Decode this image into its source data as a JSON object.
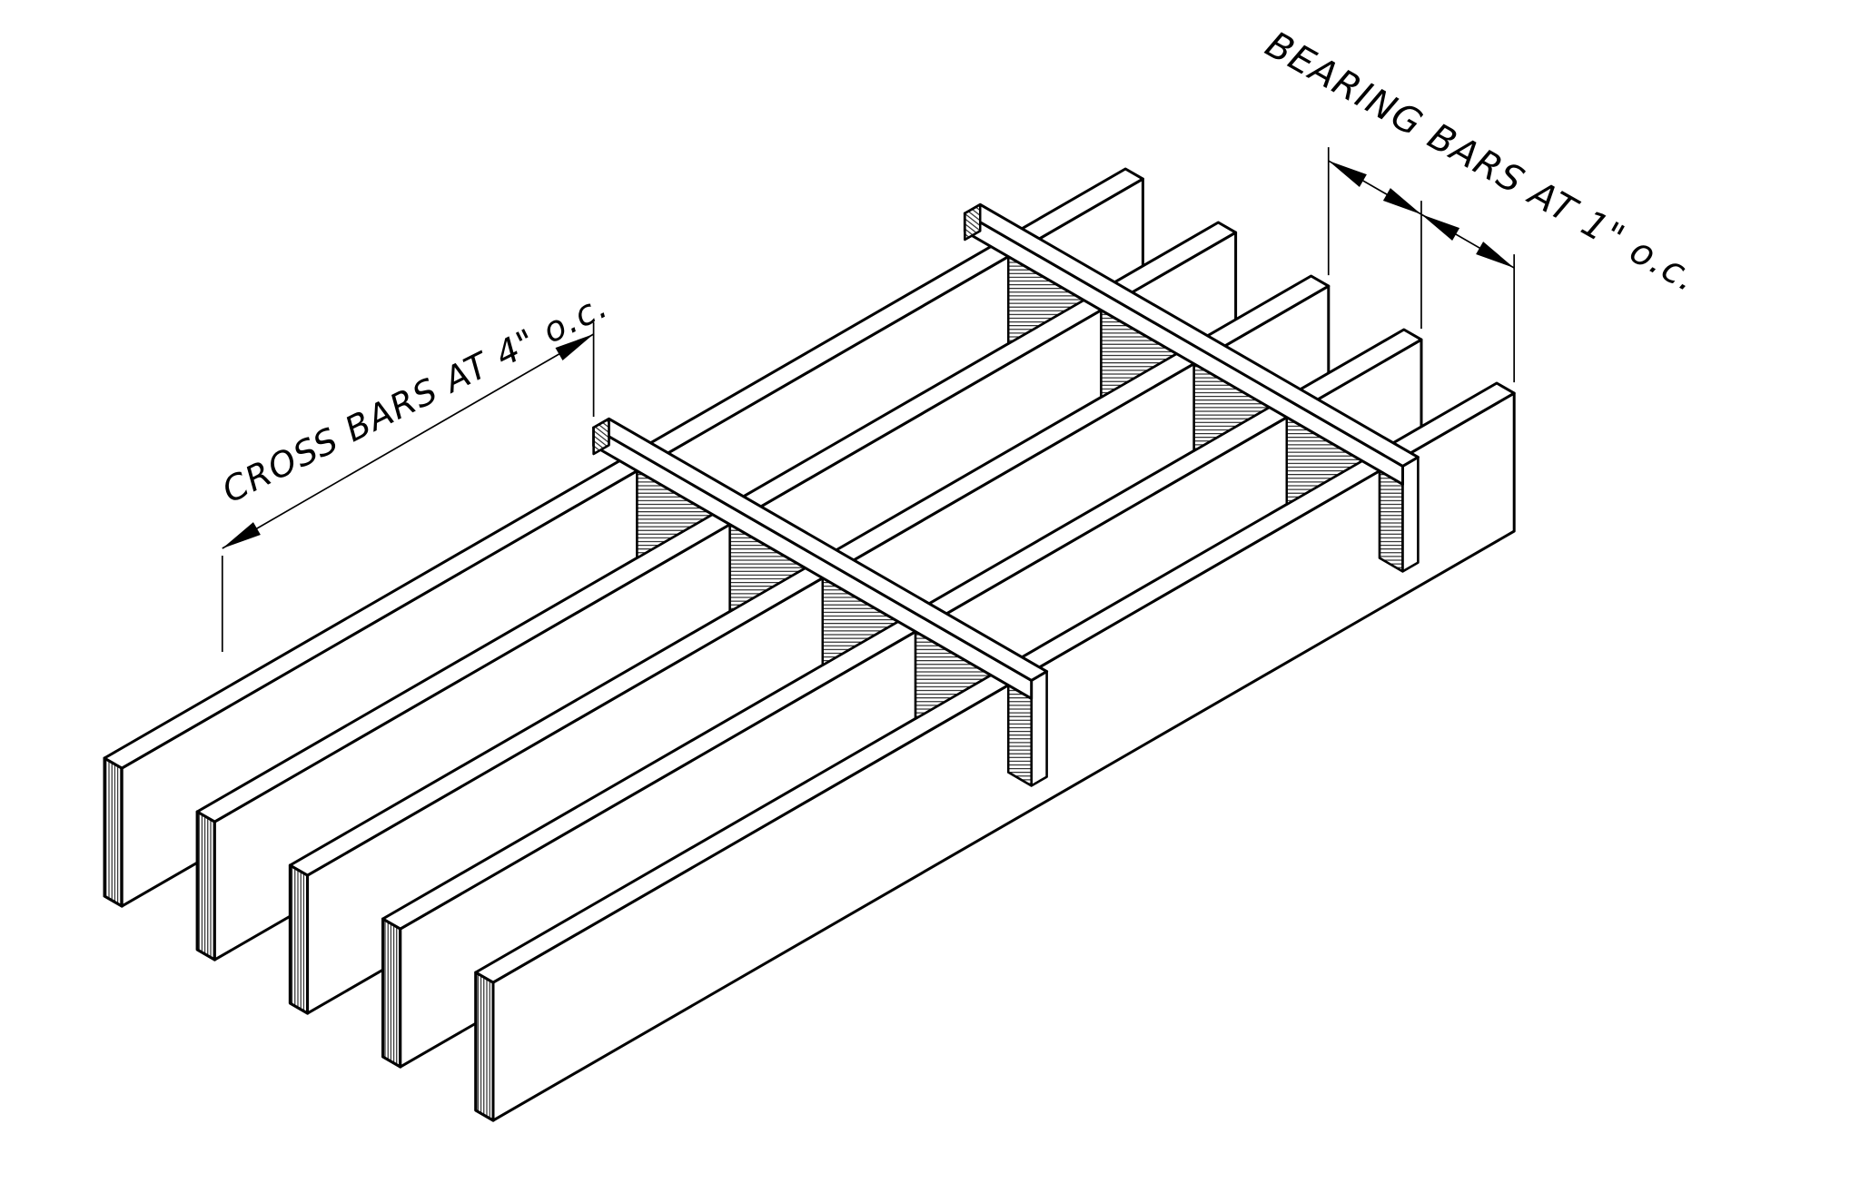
{
  "page": {
    "background": "#ffffff",
    "ink": "#000000"
  },
  "annotations": {
    "cross_bars_label": "CROSS BARS AT 4\" o.c.",
    "bearing_bars_label": "BEARING BARS AT 1\" o.c."
  },
  "drawing": {
    "type": "isometric_bar_grating",
    "bearing_bars": {
      "count": 5,
      "spacing_inches": 1
    },
    "cross_bars": {
      "count": 2,
      "spacing_inches": 4
    }
  }
}
